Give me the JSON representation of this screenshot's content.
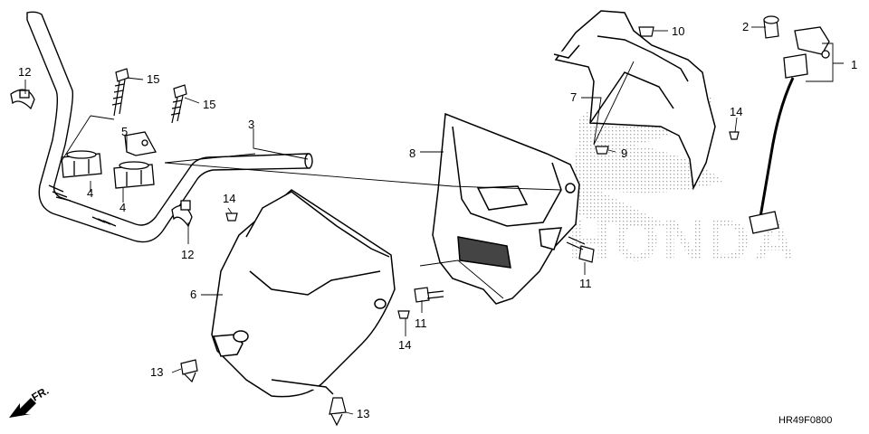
{
  "diagram": {
    "drawing_code": "HR49F0800",
    "direction_label": "FR.",
    "brand_watermark": "HONDA",
    "callouts": {
      "c1": "1",
      "c2": "2",
      "c3": "3",
      "c4a": "4",
      "c4b": "4",
      "c5": "5",
      "c6": "6",
      "c7": "7",
      "c8": "8",
      "c9": "9",
      "c10": "10",
      "c11a": "11",
      "c11b": "11",
      "c12a": "12",
      "c12b": "12",
      "c13a": "13",
      "c13b": "13",
      "c14a": "14",
      "c14b": "14",
      "c14c": "14",
      "c15a": "15",
      "c15b": "15"
    }
  }
}
